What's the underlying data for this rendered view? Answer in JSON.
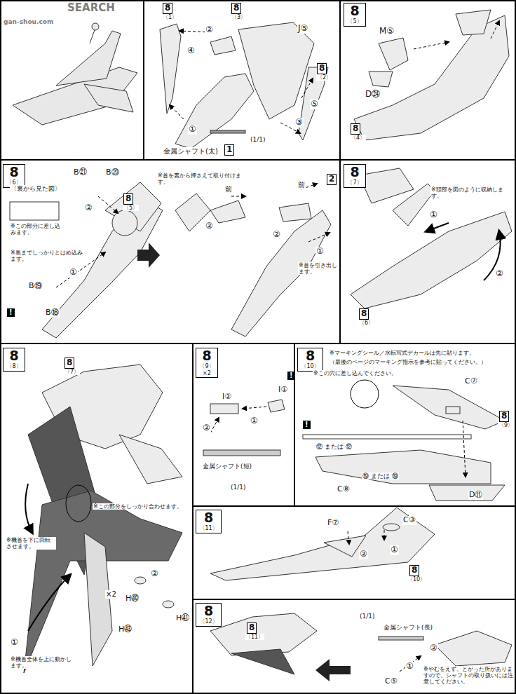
{
  "diagram": {
    "nodes": [
      {
        "text": [
          "8",
          "〈5〉"
        ]
      },
      {
        "text": [
          "8",
          "〈6〉"
        ]
      },
      {
        "text": [
          "8",
          "〈7〉"
        ]
      },
      {
        "text": [
          "8",
          "〈8〉"
        ]
      },
      {
        "text": [
          "8",
          "〈9〉",
          "×2"
        ]
      },
      {
        "text": [
          "8",
          "〈10〉"
        ]
      },
      {
        "text": [
          "8",
          "〈11〉"
        ]
      },
      {
        "text": [
          "8",
          "〈12〉"
        ]
      }
    ],
    "labels": [
      "SEARCH",
      "gan-shou.com",
      "8",
      "〈1〉",
      "8",
      "〈3〉",
      "J⑤",
      "8",
      "〈2〉",
      "②",
      "④",
      "⑤",
      "①",
      "③",
      "(1/1)",
      "金属シャフト(太)",
      "1",
      "M⑤",
      "D㉔",
      "8",
      "〈4〉",
      "B㉑",
      "B⑳",
      "〈裏から見た図〉",
      "※この部分に差し込みます。",
      "②",
      "8",
      "〈5〉",
      "※奥までしっかりとはめ込みます。",
      "①",
      "B⑲",
      "!",
      "B⑱",
      "※首を裏から押さえて取り付けます。",
      "前",
      "②",
      "前",
      "2",
      "②",
      "①",
      "※首を引き出します。",
      "※頭部を図のように収納します。",
      "①",
      "②",
      "8",
      "〈6〉",
      "8",
      "〈7〉",
      "※この部分をしっかり合わせます。",
      "※機首を下に回転させます。",
      "②",
      "×2",
      "H㊵",
      "H㊶",
      "H㊸",
      "①",
      "※機首全体を上に動かします。",
      "!",
      "I①",
      "I②",
      "①",
      "②",
      "金属シャフト(短)",
      "(1/1)",
      "※マーキングシール／水転写式デカールは先に貼ります。",
      "（最後のページのマーキング指示を参考に貼ってください。）",
      "※この穴に差し込んでください。",
      "C⑦",
      "8",
      "〈9〉",
      "!",
      "⑫ または ⑫",
      "⑲ または ⑲",
      "C⑧",
      "D⑪",
      "F⑦",
      "C③",
      "①",
      "②",
      "8",
      "〈10〉",
      "8",
      "〈11〉",
      "(1/1)",
      "金属シャフト(長)",
      "②",
      "①",
      "C⑤",
      "※やむをえず、とがった所がありますので、シャフトの取り扱いには注意してください。"
    ]
  }
}
